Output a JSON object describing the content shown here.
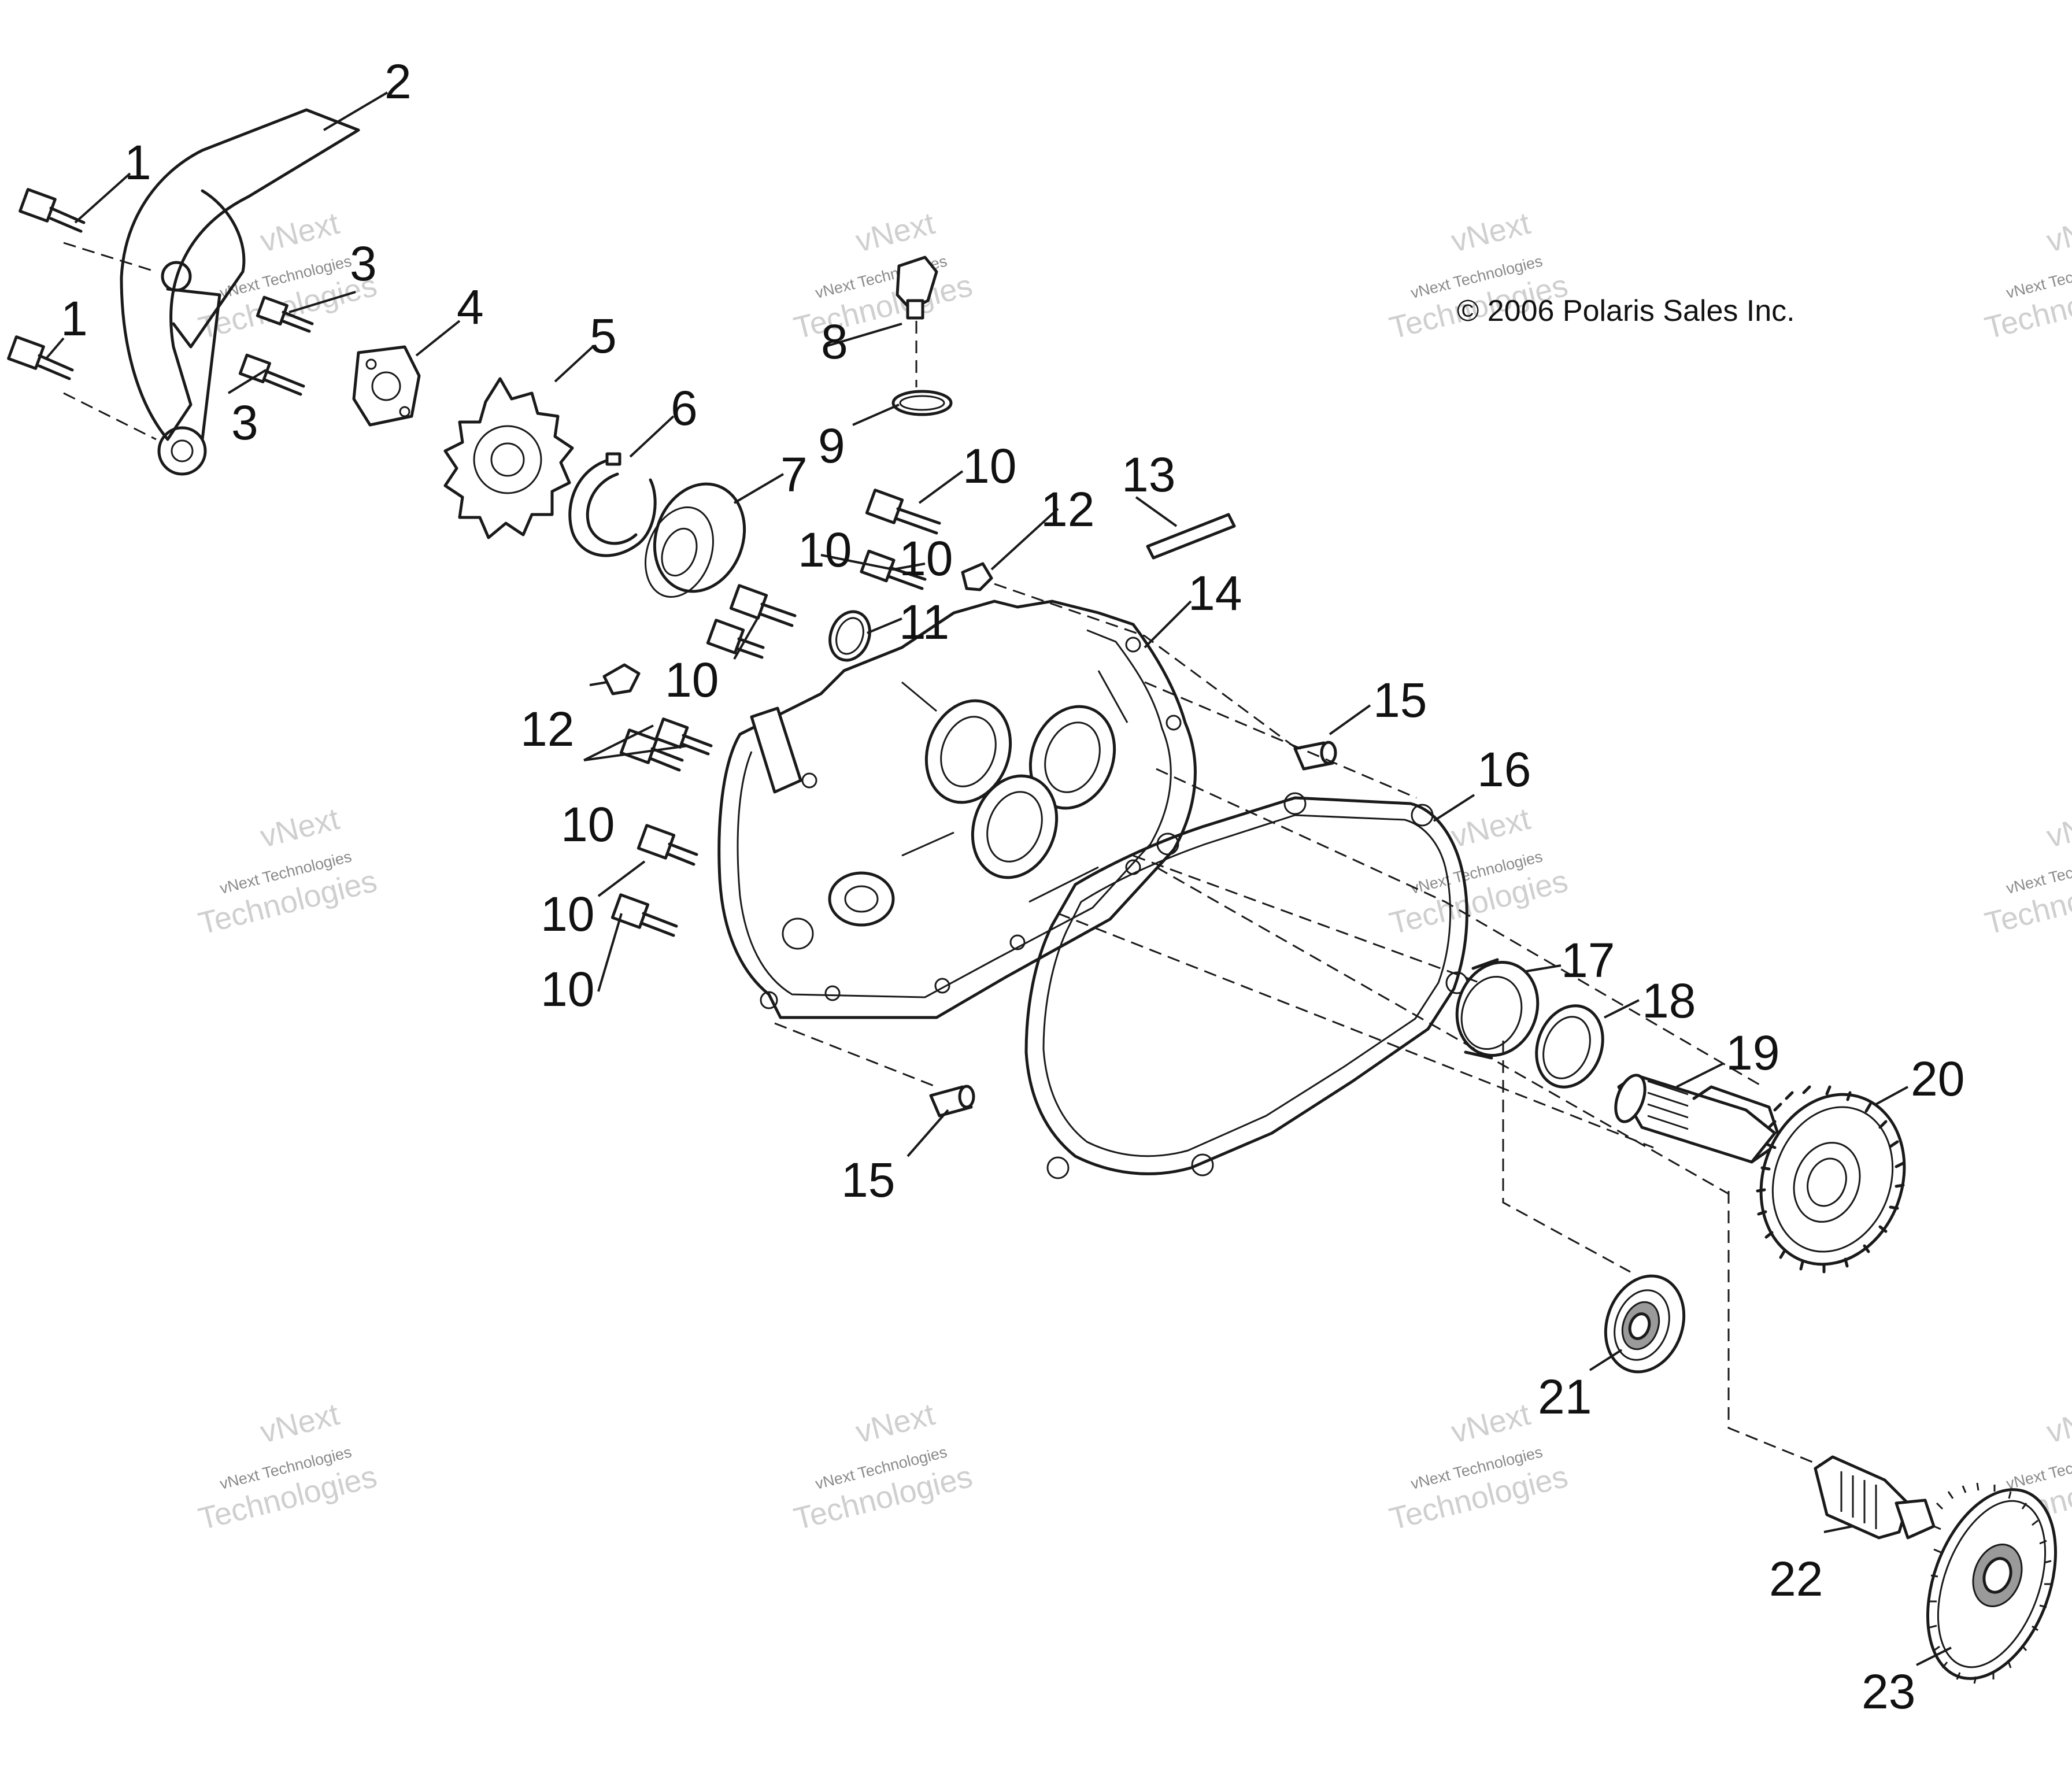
{
  "copyright": "© 2006 Polaris Sales Inc.",
  "watermark": {
    "line1": "vNext",
    "line2": "vNext Technologies",
    "line3": "Technologies"
  },
  "callouts": {
    "c1a": "1",
    "c1b": "1",
    "c2": "2",
    "c3a": "3",
    "c3b": "3",
    "c4": "4",
    "c5": "5",
    "c6": "6",
    "c7": "7",
    "c8": "8",
    "c9": "9",
    "c10a": "10",
    "c10b": "10",
    "c10c": "10",
    "c10d": "10",
    "c10e": "10",
    "c10f": "10",
    "c10g": "10",
    "c11": "11",
    "c12a": "12",
    "c12b": "12",
    "c13": "13",
    "c14": "14",
    "c15a": "15",
    "c15b": "15",
    "c16": "16",
    "c17": "17",
    "c18": "18",
    "c19": "19",
    "c20": "20",
    "c21": "21",
    "c22": "22",
    "c23": "23"
  },
  "colors": {
    "ink": "#1a1a1a",
    "watermark": "#8a8a8a",
    "background": "#ffffff"
  }
}
